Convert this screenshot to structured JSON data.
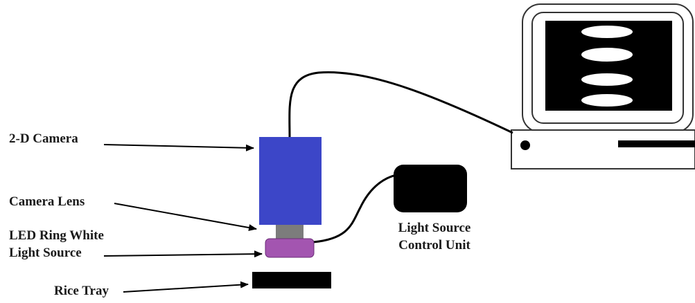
{
  "labels": {
    "camera": "2-D Camera",
    "lens": "Camera Lens",
    "led_line1": "LED Ring White",
    "led_line2": "Light Source",
    "tray": "Rice Tray",
    "control_line1": "Light Source",
    "control_line2": "Control Unit"
  },
  "colors": {
    "camera_body": "#3c46c8",
    "lens": "#7c7c7c",
    "led_ring": "#a355b0",
    "black": "#000000",
    "monitor_outline": "#333333"
  },
  "icons": {
    "monitor": "computer-monitor-icon",
    "camera": "camera-body-icon",
    "control_unit": "control-box-icon"
  }
}
